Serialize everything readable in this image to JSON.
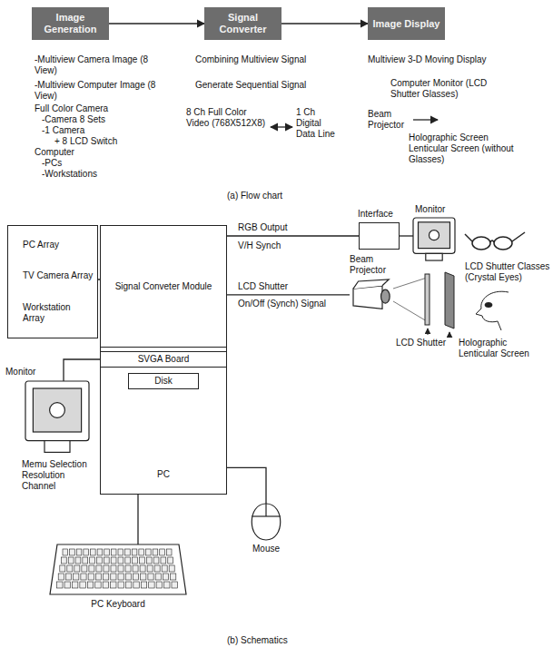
{
  "diagram": {
    "nodes": [
      {
        "text": [
          "Image Generation"
        ]
      },
      {
        "text": [
          "Signal Converter"
        ]
      },
      {
        "text": [
          "Image Display"
        ]
      },
      {
        "text": [
          "PC Array",
          "TV Camera Array",
          "Workstation Array"
        ]
      },
      {
        "text": [
          "PC"
        ]
      },
      {
        "text": [
          "Signal Conveter Module"
        ],
        "in": 4
      },
      {
        "text": [
          "SVGA Board"
        ],
        "in": 4
      },
      {
        "text": [
          "Disk"
        ],
        "in": 4
      },
      {
        "text": [
          "Interface"
        ]
      },
      {
        "text": [
          "Monitor"
        ]
      },
      {
        "text": [
          "Beam Projector"
        ]
      },
      {
        "text": [
          "Monitor",
          "Memu Selection Resolution Channel"
        ]
      },
      {
        "text": [
          "PC Keyboard"
        ]
      },
      {
        "text": [
          "Mouse"
        ]
      }
    ],
    "edges": [
      {
        "from": 0,
        "to": 1,
        "arrow": "to"
      },
      {
        "from": 1,
        "to": 2,
        "arrow": "to"
      },
      {
        "from": 3,
        "to": 5,
        "arrow": "none"
      },
      {
        "from": 5,
        "to": 8,
        "label": "RGB Output",
        "arrow": "none"
      },
      {
        "from": 8,
        "to": 9,
        "arrow": "none"
      },
      {
        "from": 5,
        "to": 10,
        "label": "LCD Shutter",
        "arrow": "none"
      },
      {
        "from": 6,
        "to": 11,
        "arrow": "none"
      },
      {
        "from": 4,
        "to": 12,
        "arrow": "none"
      },
      {
        "from": 4,
        "to": 13,
        "arrow": "none"
      }
    ],
    "labels": [
      "-Multiview Camera Image (8 View)",
      "-Multiview Computer Image (8 View)",
      "Full Color Camera",
      "-Camera 8 Sets",
      "-1 Camera",
      "+ 8 LCD Switch",
      "Computer",
      "-PCs",
      "-Workstations",
      "Combining Multiview Signal",
      "Generate Sequential Signal",
      "8 Ch Full Color Video (768X512X8)",
      "1 Ch Digital Data Line",
      "Multiview 3-D Moving Display",
      "Computer Monitor (LCD Shutter Glasses)",
      "Beam Projector",
      "Holographic Screen Lenticular Screen (without Glasses)",
      "(a) Flow chart",
      "V/H Synch",
      "On/Off (Synch) Signal",
      "LCD Shutter Classes (Crystal Eyes)",
      "LCD Shutter",
      "Holographic Lenticular Screen",
      "(b) Schematics"
    ]
  }
}
